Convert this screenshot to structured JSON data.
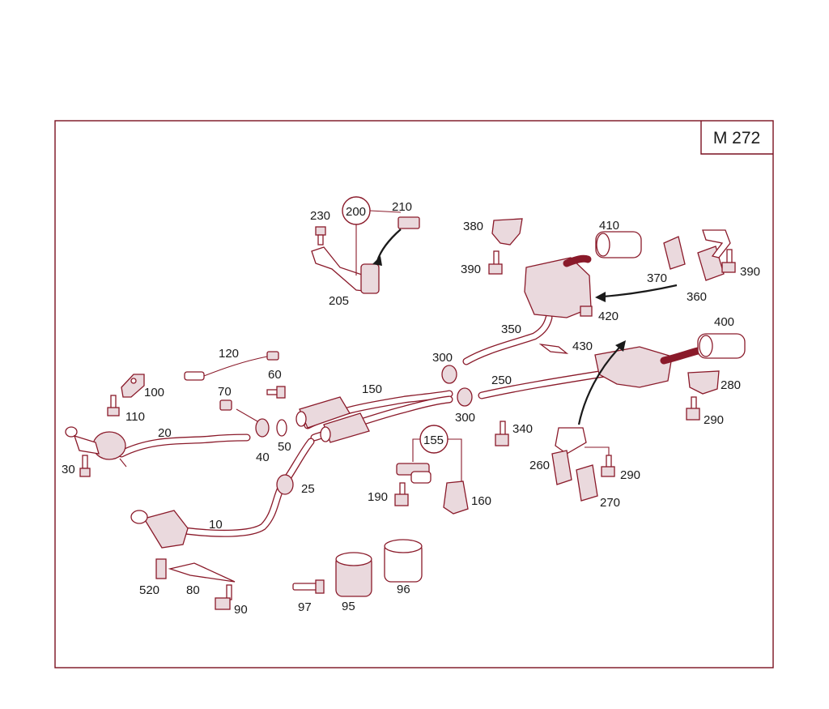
{
  "model_tag": "M 272",
  "callouts": {
    "c10": "10",
    "c20": "20",
    "c25": "25",
    "c30": "30",
    "c40": "40",
    "c50": "50",
    "c60": "60",
    "c70": "70",
    "c80": "80",
    "c90": "90",
    "c95": "95",
    "c96": "96",
    "c97": "97",
    "c100": "100",
    "c110": "110",
    "c120": "120",
    "c150": "150",
    "c155": "155",
    "c160": "160",
    "c190": "190",
    "c200": "200",
    "c205": "205",
    "c210": "210",
    "c230": "230",
    "c250": "250",
    "c260": "260",
    "c270": "270",
    "c280": "280",
    "c290a": "290",
    "c290b": "290",
    "c300a": "300",
    "c300b": "300",
    "c340": "340",
    "c350": "350",
    "c360": "360",
    "c370": "370",
    "c380": "380",
    "c390a": "390",
    "c390b": "390",
    "c400": "400",
    "c410": "410",
    "c420": "420",
    "c430": "430",
    "c520": "520"
  },
  "colors": {
    "frame": "#7a1020",
    "line": "#8a1a2a",
    "text": "#1a1a1a"
  }
}
